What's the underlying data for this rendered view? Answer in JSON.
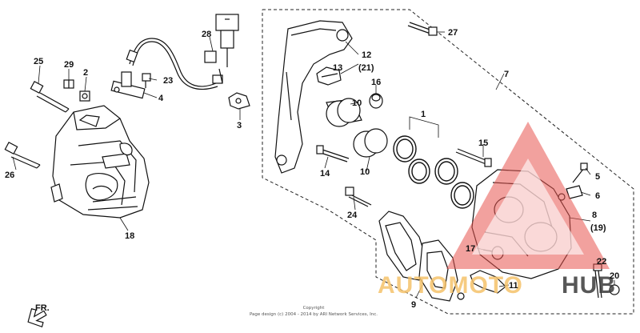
{
  "callouts": {
    "c1": "1",
    "c2": "2",
    "c3": "3",
    "c4": "4",
    "c5": "5",
    "c6": "6",
    "c7": "7",
    "c8": "8",
    "c8b": "(19)",
    "c9": "9",
    "c10a": "10",
    "c10b": "10",
    "c11": "11",
    "c12": "12",
    "c12b": "(21)",
    "c13": "13",
    "c14": "14",
    "c15": "15",
    "c16": "16",
    "c17": "17",
    "c18": "18",
    "c20": "20",
    "c22": "22",
    "c23": "23",
    "c24": "24",
    "c25": "25",
    "c26": "26",
    "c27": "27",
    "c28": "28",
    "c29": "29"
  },
  "direction_label": "FR.",
  "copyright": {
    "line1": "Copyright",
    "line2": "Page design (c) 2004 - 2014 by ARI Network Services, Inc."
  },
  "watermark": {
    "text_a": "AUTOMOTO",
    "text_b": "HUB",
    "color_a": "#f5c26b",
    "color_b": "#3a3a3a",
    "triangle_color": "#e8534f"
  }
}
